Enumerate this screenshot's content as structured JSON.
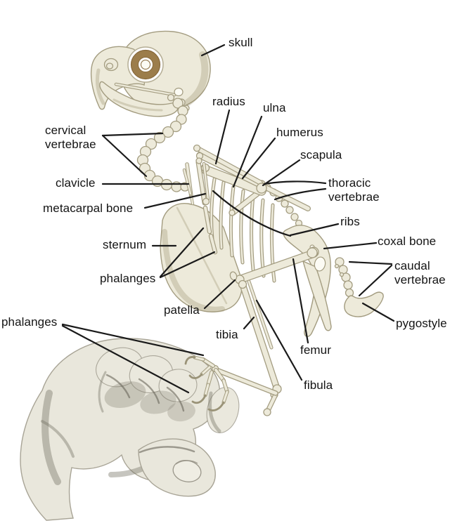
{
  "figure": {
    "description": "Labeled diagram of a parrot skeleton held in a human hand"
  },
  "labels": {
    "skull": "skull",
    "cervical_vertebrae": "cervical\nvertebrae",
    "radius": "radius",
    "ulna": "ulna",
    "humerus": "humerus",
    "scapula": "scapula",
    "thoracic_vertebrae": "thoracic\nvertebrae",
    "clavicle": "clavicle",
    "metacarpal_bone": "metacarpal bone",
    "ribs": "ribs",
    "sternum": "sternum",
    "coxal_bone": "coxal bone",
    "phalanges_wing": "phalanges",
    "caudal_vertebrae": "caudal\nvertebrae",
    "patella": "patella",
    "pygostyle": "pygostyle",
    "phalanges_foot": "phalanges",
    "tibia": "tibia",
    "femur": "femur",
    "fibula": "fibula"
  },
  "colors": {
    "background": "#ffffff",
    "bone": "#edeada",
    "bone_outline": "#a39c80",
    "eye_ring_brown": "#9c7d4b",
    "leader_line": "#1a1a1a",
    "label_text": "#141414",
    "hand": "#e9e7dc",
    "hand_shade": "#c9c5b5"
  }
}
